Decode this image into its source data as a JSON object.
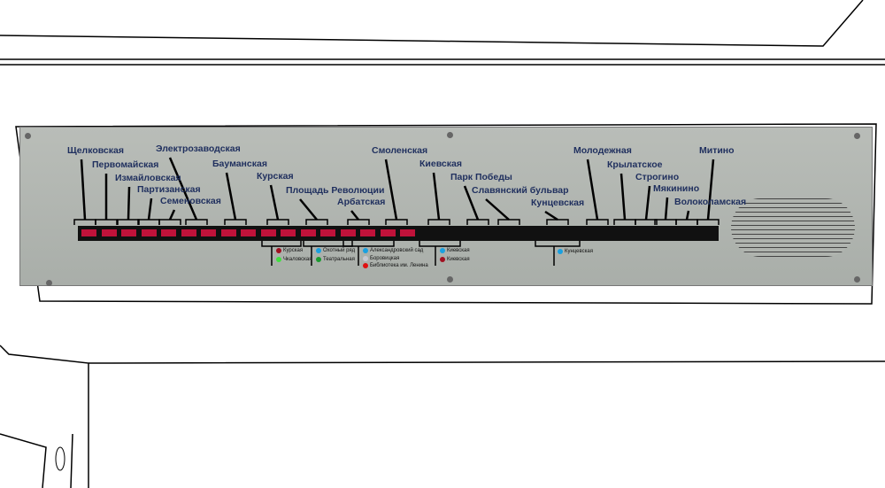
{
  "stations": [
    {
      "name": "Щелковская",
      "lit": true
    },
    {
      "name": "Первомайская",
      "lit": true
    },
    {
      "name": "Измайловская",
      "lit": true
    },
    {
      "name": "Партизанская",
      "lit": true
    },
    {
      "name": "Семеновская",
      "lit": true
    },
    {
      "name": "Электрозаводская",
      "lit": true
    },
    {
      "name": "Бауманская",
      "lit": true
    },
    {
      "name": "Курская",
      "lit": true
    },
    {
      "name": "Площадь Революции",
      "lit": true
    },
    {
      "name": "Арбатская",
      "lit": true
    },
    {
      "name": "Смоленская",
      "lit": true
    },
    {
      "name": "Киевская",
      "lit": false
    },
    {
      "name": "Парк Победы",
      "lit": false
    },
    {
      "name": "Славянский бульвар",
      "lit": false
    },
    {
      "name": "Кунцевская",
      "lit": false
    },
    {
      "name": "Молодежная",
      "lit": false
    },
    {
      "name": "Крылатское",
      "lit": false
    },
    {
      "name": "Строгино",
      "lit": false
    },
    {
      "name": "Мякинино",
      "lit": false
    },
    {
      "name": "Волоколамская",
      "lit": false
    },
    {
      "name": "Митино",
      "lit": false
    }
  ],
  "transfers": [
    {
      "name": "Курская",
      "color": "#a01020"
    },
    {
      "name": "Чкаловская",
      "color": "#40e040"
    },
    {
      "name": "Охотный ряд",
      "color": "#1aa0e0"
    },
    {
      "name": "Театральная",
      "color": "#1a9a30"
    },
    {
      "name": "Александровский сад",
      "color": "#1aa0e0"
    },
    {
      "name": "Боровицкая",
      "color": "#c8c8d0"
    },
    {
      "name": "Библиотека им. Ленина",
      "color": "#e01010"
    },
    {
      "name": "Киевская",
      "color": "#1aa0e0"
    },
    {
      "name": "Киевская",
      "color": "#a01020"
    },
    {
      "name": "Кунцевская",
      "color": "#1aa0e0"
    }
  ]
}
